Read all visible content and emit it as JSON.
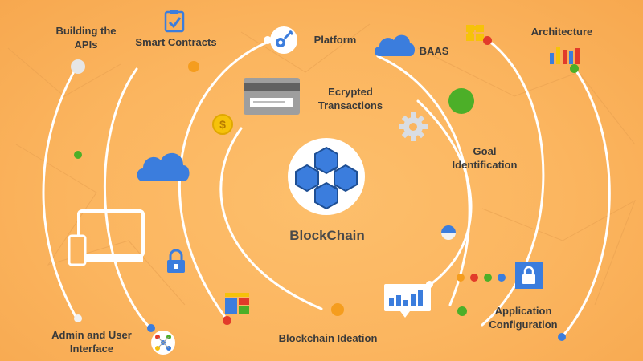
{
  "center": {
    "title": "BlockChain"
  },
  "labels": {
    "building_apis": "Building the\nAPIs",
    "smart_contracts": "Smart Contracts",
    "platform": "Platform",
    "baas": "BAAS",
    "architecture": "Architecture",
    "encrypted_transactions": "Ecrypted\nTransactions",
    "goal_identification": "Goal\nIdentification",
    "admin_user_interface": "Admin and User\nInterface",
    "blockchain_ideation": "Blockchain Ideation",
    "application_configuration": "Application\nConfiguration"
  },
  "colors": {
    "background": "#fbb55f",
    "blue": "#3b7ddd",
    "green": "#4caf28",
    "red": "#e23b2a",
    "yellow": "#f6c20a",
    "orange": "#f59d1e",
    "line": "#ffffff"
  },
  "icons": [
    "clipboard-check-icon",
    "wrench-gear-icon",
    "cloud-icon",
    "puzzle-icon",
    "bar-chart-icon",
    "credit-card-icon",
    "coin-icon",
    "gear-icon",
    "laptop-phone-icon",
    "lock-icon",
    "blocks-icon",
    "line-chart-icon",
    "network-people-icon",
    "window-icon",
    "cube-network-icon"
  ]
}
